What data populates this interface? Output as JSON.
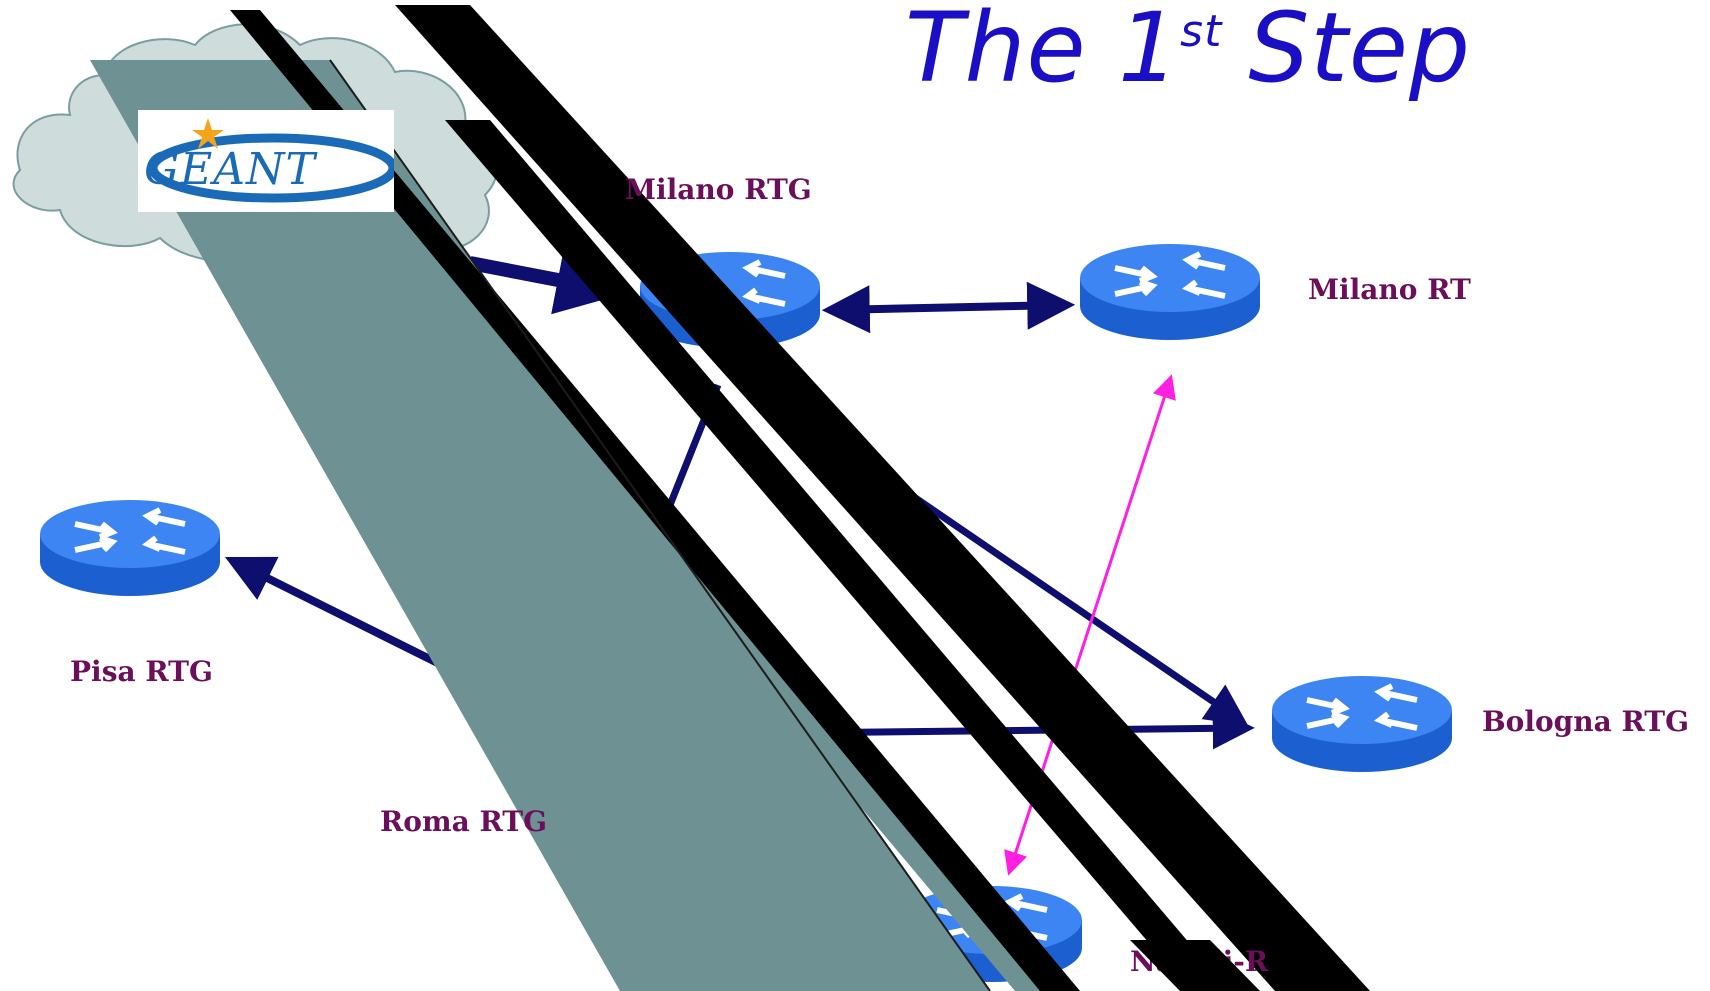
{
  "title": {
    "main_before": "The 1",
    "superscript": "st",
    "main_after": "Step"
  },
  "logo": {
    "text": "GEANT"
  },
  "routers": [
    {
      "id": "milano-rtg",
      "label": "Milano RTG"
    },
    {
      "id": "milano-rt",
      "label": "Milano RT"
    },
    {
      "id": "pisa-rtg",
      "label": "Pisa RTG"
    },
    {
      "id": "roma-rtg",
      "label": "Roma RTG"
    },
    {
      "id": "bologna-rtg",
      "label": "Bologna RTG"
    },
    {
      "id": "napoli",
      "label": "Napoli-R"
    }
  ],
  "colors": {
    "link": "#0e0e6e",
    "secondary_link": "#ff1fe0",
    "router": "#1f6fe8",
    "label": "#6b0f5a",
    "title": "#1a0fc4",
    "cloud": "#cfdcdc",
    "beam_grey": "#6e9194",
    "beam_black": "#000000"
  }
}
